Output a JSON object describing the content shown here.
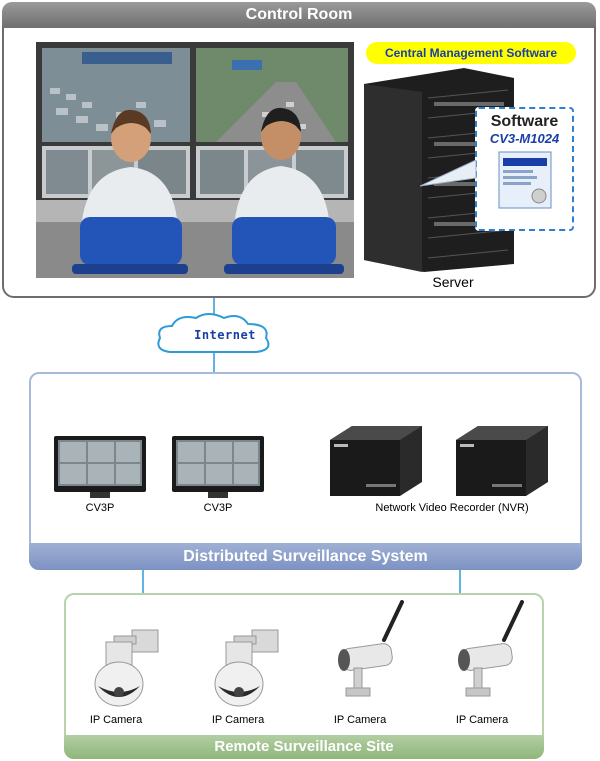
{
  "control_room": {
    "title": "Control Room",
    "cms_label": "Central Management Software",
    "software_box": {
      "title": "Software",
      "product": "CV3-M1024"
    },
    "server_label": "Server"
  },
  "network": {
    "label": "Internet"
  },
  "distributed": {
    "title": "Distributed Surveillance System",
    "devices": [
      {
        "label": "CV3P"
      },
      {
        "label": "CV3P"
      },
      {
        "label": "Network Video Recorder (NVR)"
      }
    ]
  },
  "remote": {
    "title": "Remote Surveillance Site",
    "cameras": [
      {
        "label": "IP Camera"
      },
      {
        "label": "IP Camera"
      },
      {
        "label": "IP Camera"
      },
      {
        "label": "IP Camera"
      }
    ]
  },
  "colors": {
    "line": "#2f9bd6",
    "control_header": "#7d7d7d",
    "distributed_bar": "#8a9dc8",
    "remote_bar": "#9fc28b",
    "cms_highlight": "#ffff00"
  }
}
